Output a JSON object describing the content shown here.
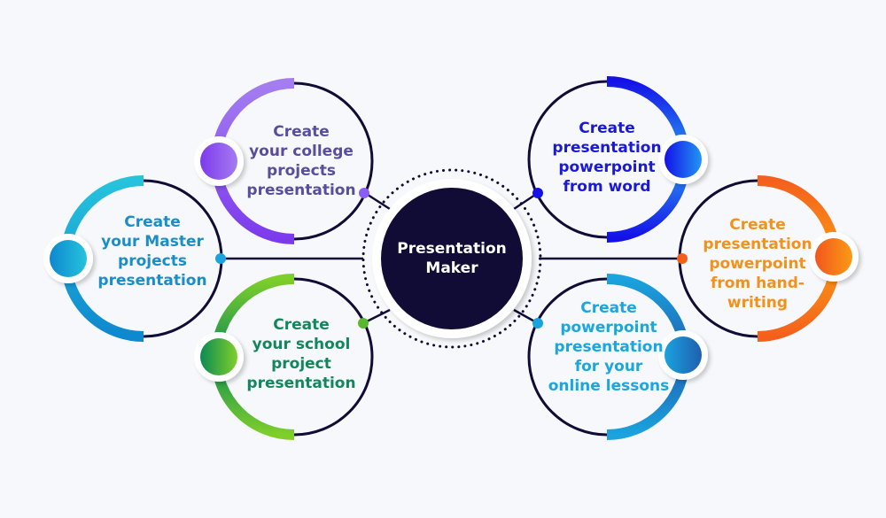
{
  "center": {
    "label_line1": "Presentation",
    "label_line2": "Maker",
    "color": "#100c36"
  },
  "nodes": [
    {
      "id": "college",
      "lines": [
        "Create",
        "your college",
        "projects",
        "presentation"
      ],
      "color": "#5b4d9e",
      "gradient": [
        "#7c3aed",
        "#a67bf0"
      ]
    },
    {
      "id": "master",
      "lines": [
        "Create",
        "your Master",
        "projects",
        "presentation"
      ],
      "color": "#1b8dc7",
      "gradient": [
        "#0e88cf",
        "#26c3dd"
      ]
    },
    {
      "id": "school",
      "lines": [
        "Create",
        "your school",
        "project",
        "presentation"
      ],
      "color": "#13875c",
      "gradient": [
        "#0b8a55",
        "#7fcf2a"
      ]
    },
    {
      "id": "word",
      "lines": [
        "Create",
        "presentation",
        "powerpoint",
        "from word"
      ],
      "color": "#1a1ad6",
      "gradient": [
        "#1411e8",
        "#2196f3"
      ]
    },
    {
      "id": "handwriting",
      "lines": [
        "Create",
        "presentation",
        "powerpoint",
        "from hand-",
        "writing"
      ],
      "color": "#f2921d",
      "gradient": [
        "#f2561d",
        "#fb9a14"
      ]
    },
    {
      "id": "online",
      "lines": [
        "Create",
        "powerpoint",
        "presentation",
        "for your",
        "online lessons"
      ],
      "color": "#1aa6de",
      "gradient": [
        "#1aa3de",
        "#1f5fb0"
      ]
    }
  ]
}
